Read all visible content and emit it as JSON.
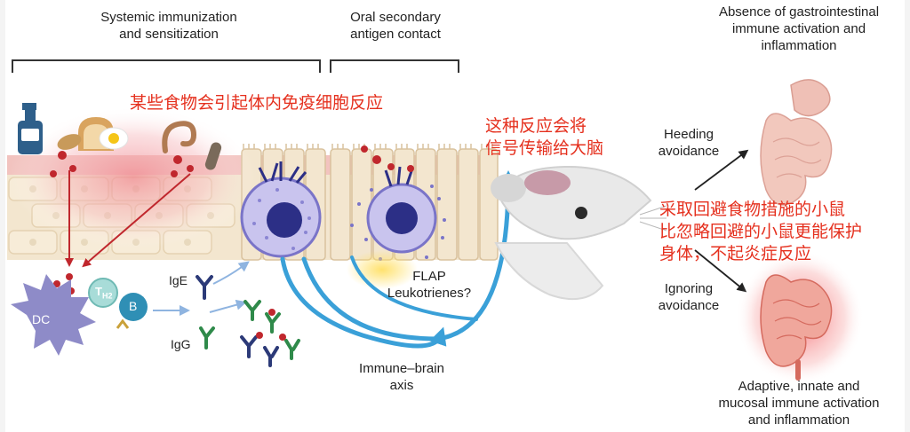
{
  "header": {
    "phase1": [
      "Systemic immunization",
      "and sensitization"
    ],
    "phase2": [
      "Oral secondary",
      "antigen contact"
    ]
  },
  "outcome_top": [
    "Absence of gastrointestinal",
    "immune activation and",
    "inflammation"
  ],
  "outcome_bottom": [
    "Adaptive, innate and",
    "mucosal immune activation",
    "and inflammation"
  ],
  "paths": {
    "heeding": [
      "Heeding",
      "avoidance"
    ],
    "ignoring": [
      "Ignoring",
      "avoidance"
    ]
  },
  "mediators": [
    "FLAP",
    "Leukotrienes?"
  ],
  "axis_label": [
    "Immune–brain",
    "axis"
  ],
  "cells": {
    "dc": "DC",
    "th2_main": "T",
    "th2_sub": "H2",
    "b": "B"
  },
  "antibodies": {
    "ige": "IgE",
    "igg": "IgG"
  },
  "annotations": {
    "food_reaction": "某些食物会引起体内免疫细胞反应",
    "brain_signal": [
      "这种反应会将",
      "信号传输给大脑"
    ],
    "mice_compare": [
      "采取回避食物措施的小鼠",
      "比忽略回避的小鼠更能保护",
      "身体，不起炎症反应"
    ]
  },
  "colors": {
    "annotation": "#e5301e",
    "axis_arrow": "#3aa0d8",
    "mast_cell": "#7a74c8",
    "inflamed_gut": "#e04b40"
  }
}
